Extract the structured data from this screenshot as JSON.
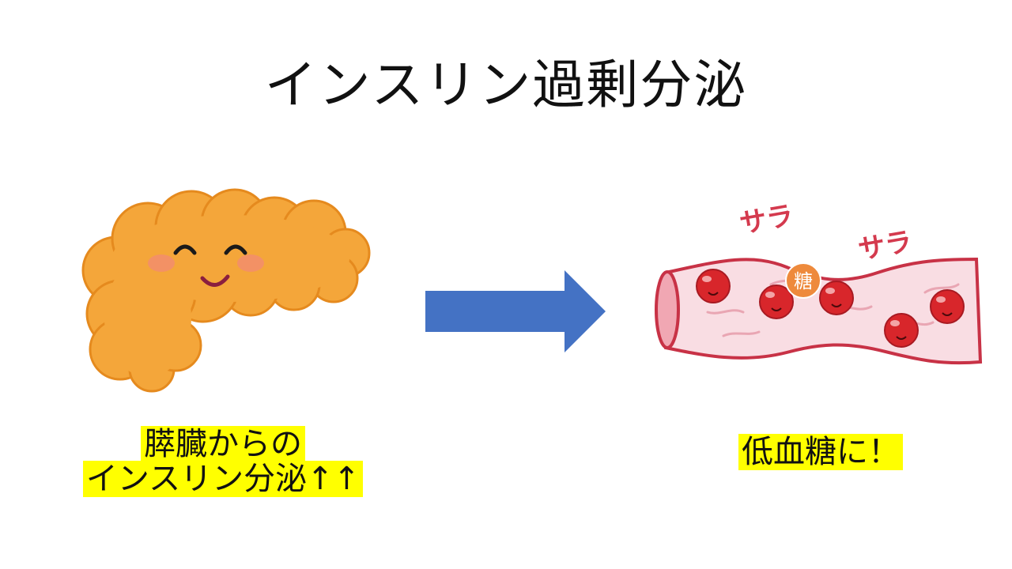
{
  "slide": {
    "title": "インスリン過剰分泌",
    "left_caption": {
      "line1": "膵臓からの",
      "line2": "インスリン分泌↑↑"
    },
    "right_caption": "低血糖に！",
    "vessel": {
      "sara_1": "サラ",
      "sara_2": "サラ",
      "sugar_label": "糖"
    },
    "colors": {
      "pancreas": "#F4A63A",
      "pancreas_outline": "#E58A1E",
      "arrow": "#4472C4",
      "vessel": "#F9DDE3",
      "vessel_outline": "#C83246",
      "blood_cell": "#D8262B",
      "sugar": "#EE8A3C",
      "highlight": "#FFFF00",
      "sara_text": "#D43A4E"
    }
  }
}
